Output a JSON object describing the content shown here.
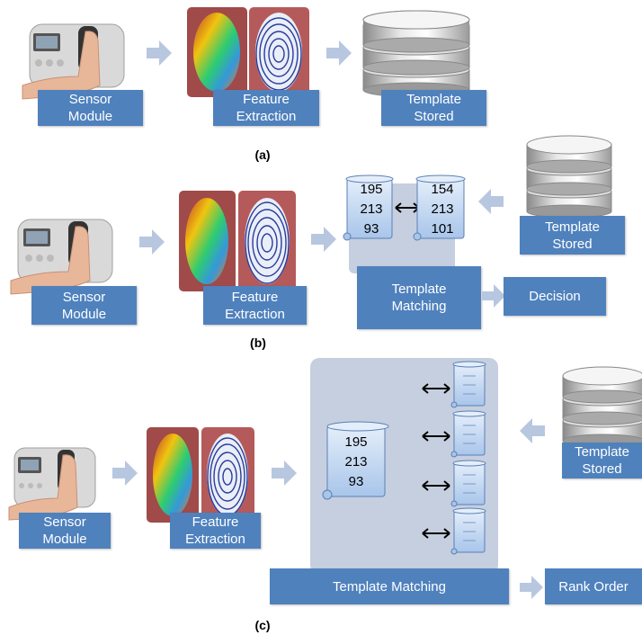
{
  "rows": {
    "a": {
      "caption": "(a)",
      "sensor_label": "Sensor\nModule",
      "feature_label": "Feature\nExtraction",
      "template_label": "Template\nStored"
    },
    "b": {
      "caption": "(b)",
      "sensor_label": "Sensor\nModule",
      "feature_label": "Feature\nExtraction",
      "probe_values": "195\n213\n93",
      "gallery_values": "154\n213\n101",
      "template_label": "Template\nStored",
      "matching_label": "Template\nMatching",
      "decision_label": "Decision"
    },
    "c": {
      "caption": "(c)",
      "sensor_label": "Sensor\nModule",
      "feature_label": "Feature\nExtraction",
      "probe_values": "195\n213\n93",
      "template_label": "Template\nStored",
      "matching_label": "Template Matching",
      "rank_label": "Rank Order"
    }
  },
  "colors": {
    "box_fill": "#4f81bd",
    "panel_fill": "#c5cfdf",
    "arrow_fill": "#b8c7e0",
    "scroll_fill": "#c6d9f1"
  }
}
